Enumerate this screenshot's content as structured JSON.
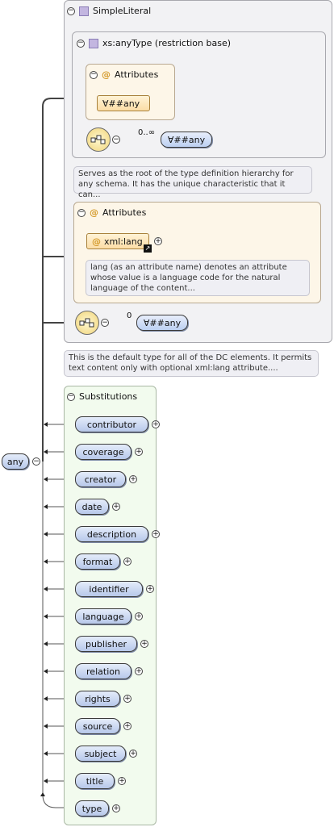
{
  "root": {
    "label": "any"
  },
  "simple_literal": {
    "title": "SimpleLiteral",
    "doc": "This is the default type for all of the DC elements. It permits text content only with optional xml:lang attribute...."
  },
  "anytype": {
    "title": "xs:anyType (restriction base)",
    "attributes_title": "Attributes",
    "any_attr": "∀##any",
    "cardinality": "0..∞",
    "any_elem": "∀##any",
    "doc": "Serves as the root of the type definition hierarchy for any schema. It has the unique characteristic that it can..."
  },
  "attributes": {
    "title": "Attributes",
    "lang_attr": "xml:lang",
    "lang_doc": "lang (as an attribute name) denotes an attribute whose value is a language code for the natural language of the content..."
  },
  "outer_seq": {
    "cardinality": "0",
    "any_elem": "∀##any"
  },
  "substitutions": {
    "title": "Substitutions",
    "items": [
      "contributor",
      "coverage",
      "creator",
      "date",
      "description",
      "format",
      "identifier",
      "language",
      "publisher",
      "relation",
      "rights",
      "source",
      "subject",
      "title",
      "type"
    ]
  }
}
